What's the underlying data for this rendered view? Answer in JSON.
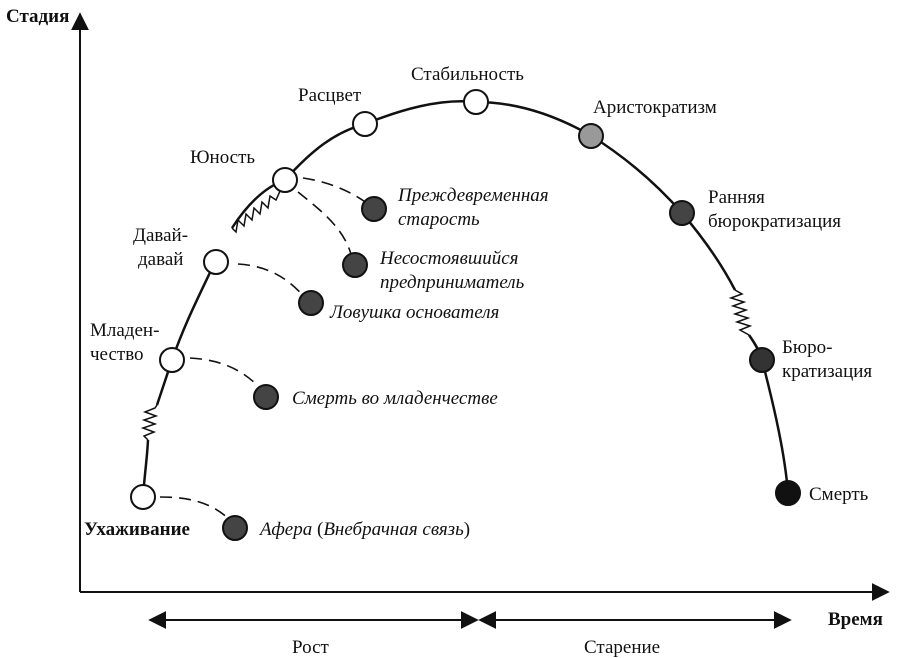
{
  "axes": {
    "y_label": "Стадия",
    "x_label": "Время"
  },
  "phases": {
    "growth": "Рост",
    "aging": "Старение"
  },
  "stages": {
    "courtship": "Ухаживание",
    "infancy_1": "Младен-",
    "infancy_2": "чество",
    "gogo_1": "Давай-",
    "gogo_2": "давай",
    "adolescence": "Юность",
    "prime": "Расцвет",
    "stability": "Стабильность",
    "aristocracy": "Аристократизм",
    "early_bureaucracy_1": "Ранняя",
    "early_bureaucracy_2": "бюрократизация",
    "bureaucracy_1": "Бюро-",
    "bureaucracy_2": "кратизация",
    "death": "Смерть"
  },
  "failures": {
    "affair_a": "Афера",
    "affair_b": "Внебрачная связь",
    "infant_mortality": "Смерть во младенчестве",
    "founder_trap": "Ловушка основателя",
    "unfulfilled_1": "Несостоявшийся",
    "unfulfilled_2": "предприниматель",
    "premature_1": "Преждевременная",
    "premature_2": "старость"
  },
  "colors": {
    "healthy": "#ffffff",
    "aristocracy": "#999999",
    "decline": "#444444",
    "bureaucracy": "#333333",
    "death": "#111111",
    "failure": "#444444"
  }
}
